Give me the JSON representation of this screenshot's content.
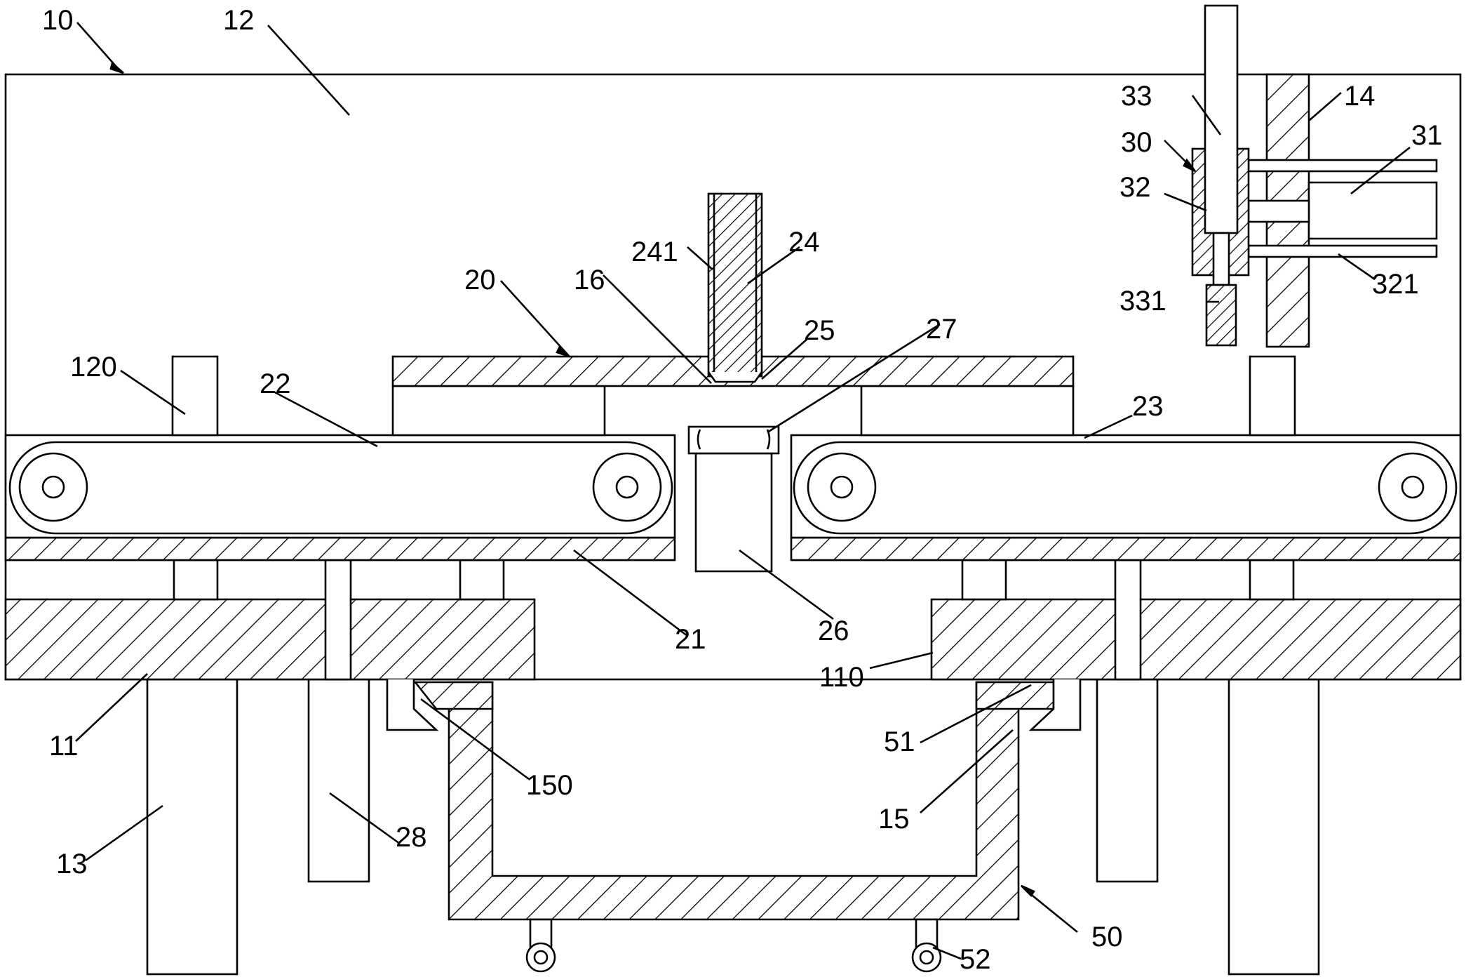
{
  "labels": {
    "l10": "10",
    "l12": "12",
    "l33": "33",
    "l14": "14",
    "l30": "30",
    "l31": "31",
    "l32": "32",
    "l241": "241",
    "l24": "24",
    "l321": "321",
    "l20": "20",
    "l16": "16",
    "l27": "27",
    "l25": "25",
    "l331": "331",
    "l120": "120",
    "l22": "22",
    "l23": "23",
    "l21": "21",
    "l26": "26",
    "l110": "110",
    "l51": "51",
    "l11": "11",
    "l150": "150",
    "l15": "15",
    "l28": "28",
    "l13": "13",
    "l50": "50",
    "l52": "52"
  }
}
